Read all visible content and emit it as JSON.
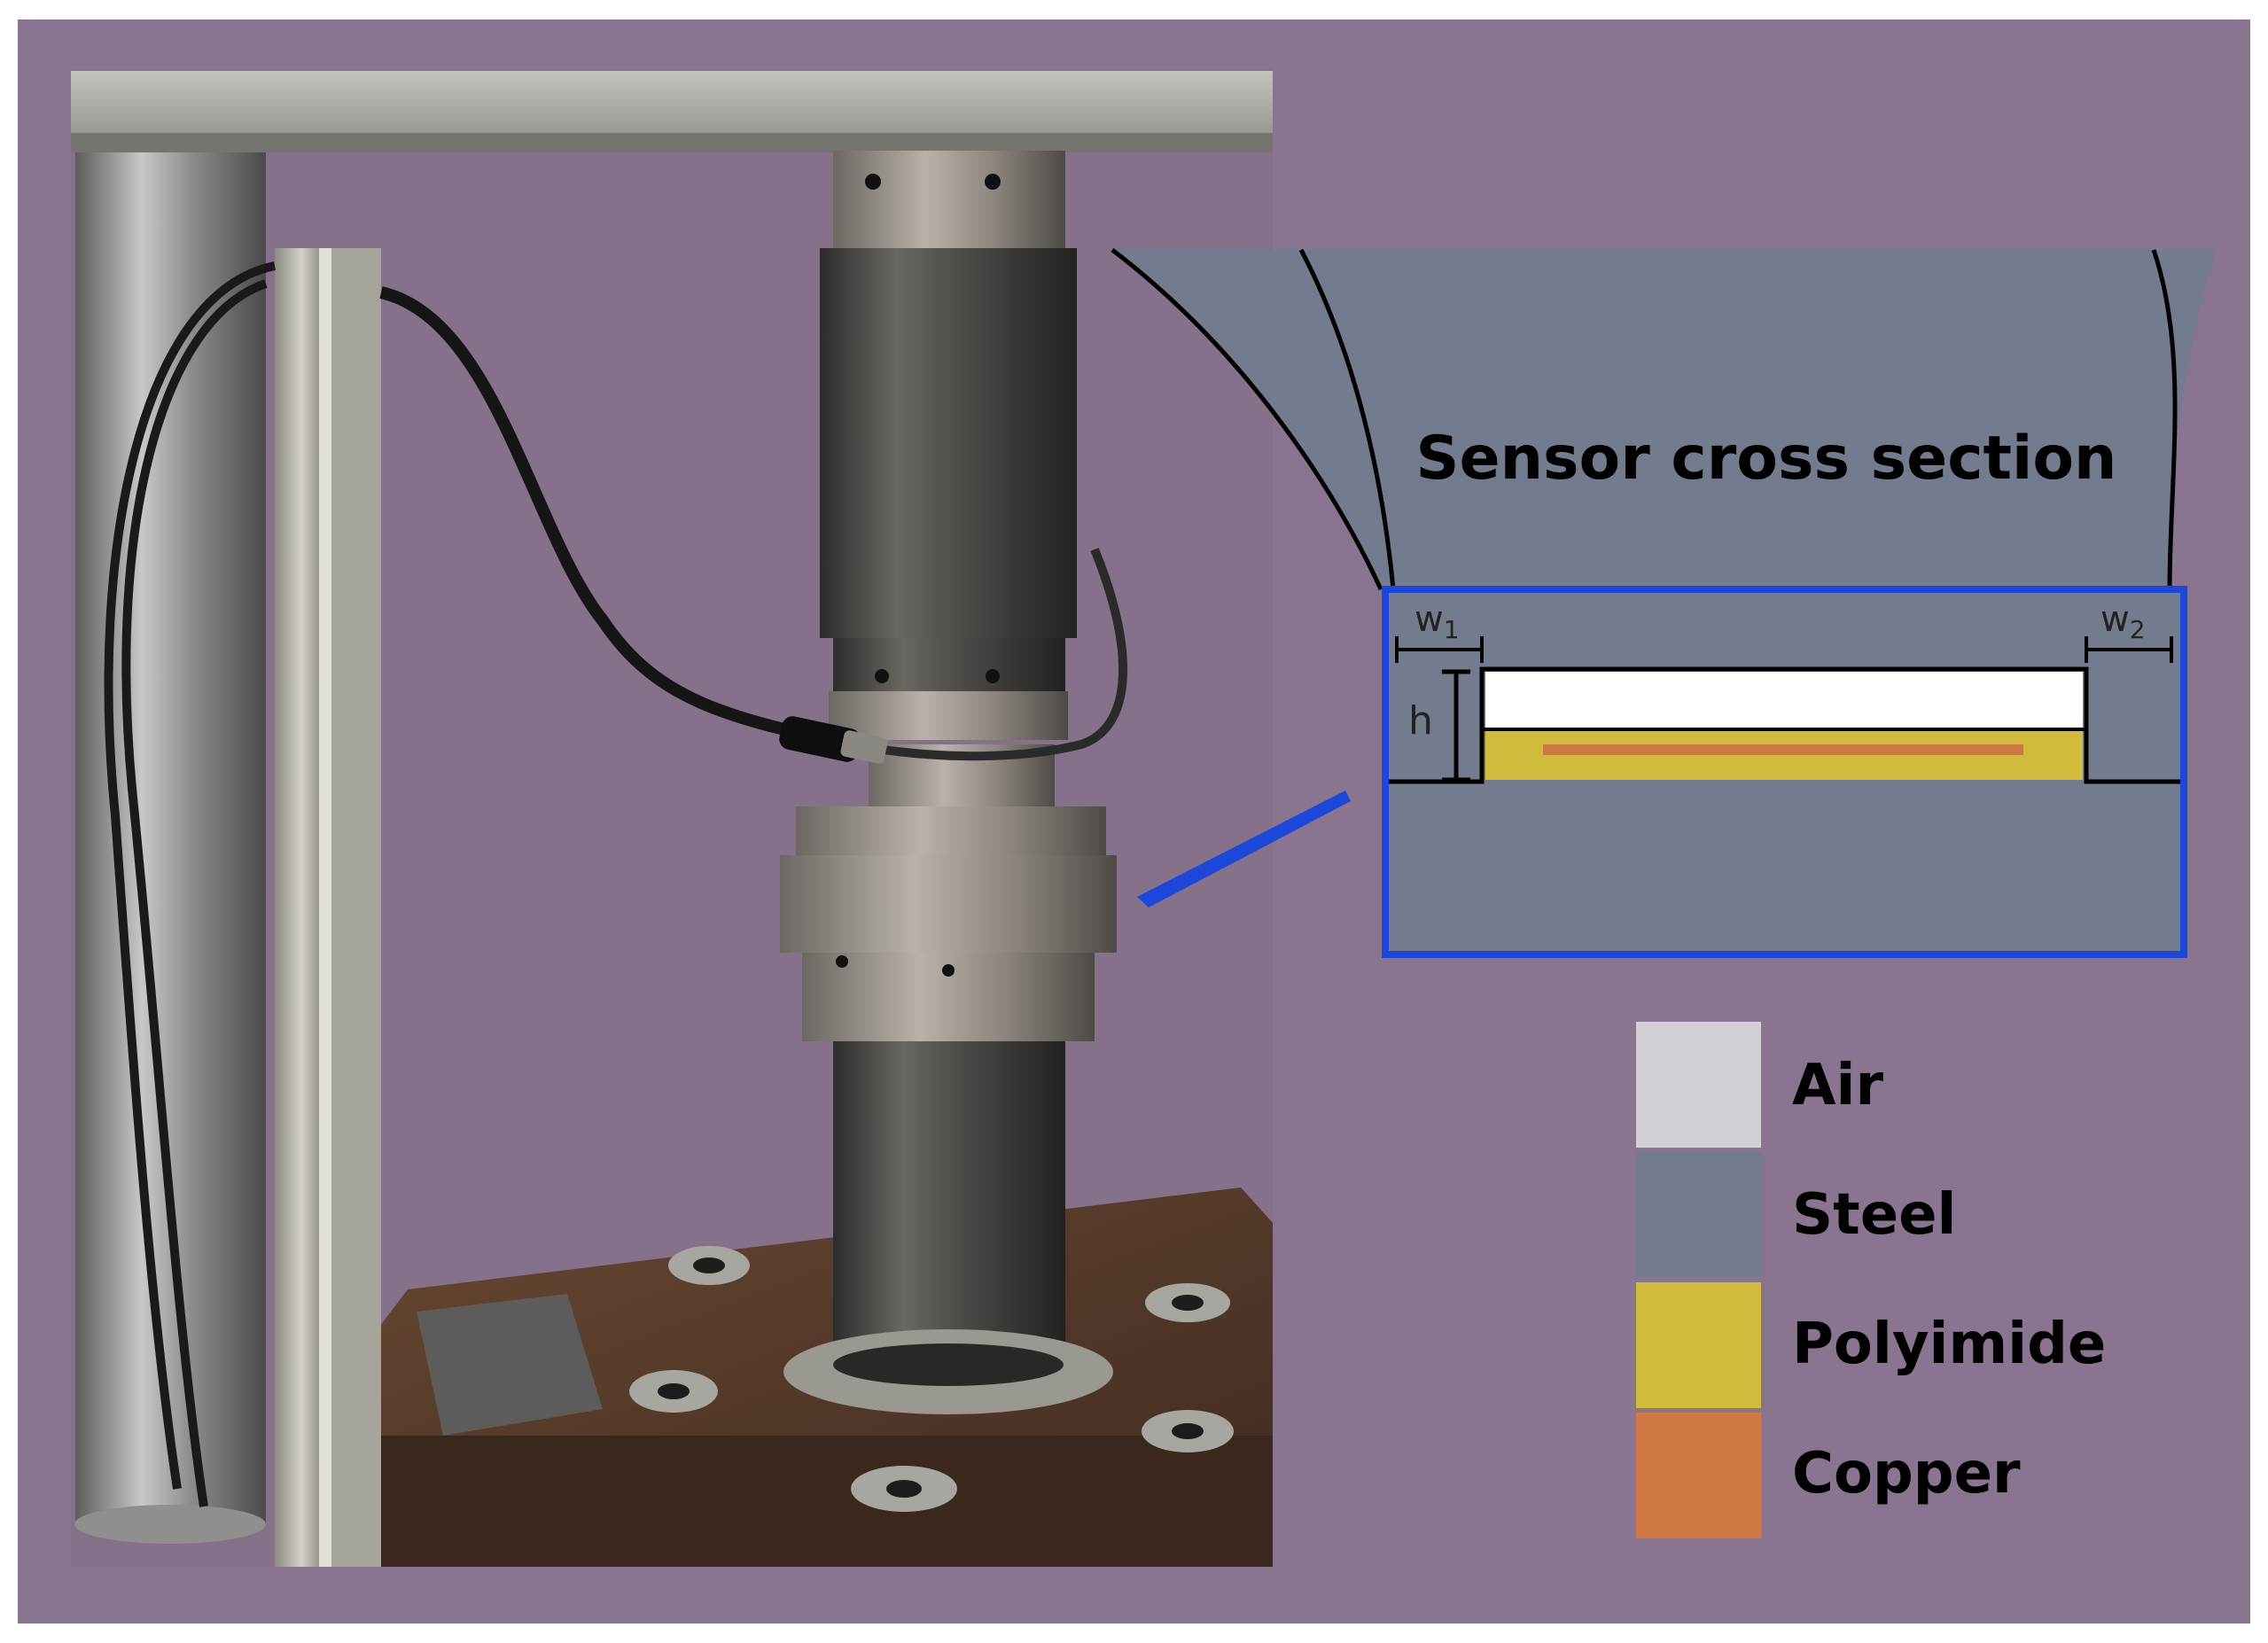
{
  "figure": {
    "title": "Sensor cross section",
    "dimension_labels": {
      "w1": {
        "base": "w",
        "sub": "1"
      },
      "w2": {
        "base": "w",
        "sub": "2"
      },
      "h": "h"
    }
  },
  "legend": {
    "items": [
      {
        "label": "Air",
        "color": "#d4ced6"
      },
      {
        "label": "Steel",
        "color": "#737b8e"
      },
      {
        "label": "Polyimide",
        "color": "#d0bb3c"
      },
      {
        "label": "Copper",
        "color": "#cf7843"
      }
    ]
  },
  "colors": {
    "background": "#8a7590",
    "steel": "#737b8e",
    "air_gap": "#ffffff",
    "polyimide": "#d0bb3c",
    "copper": "#cf7843",
    "frame_blue": "#1d47d9"
  }
}
